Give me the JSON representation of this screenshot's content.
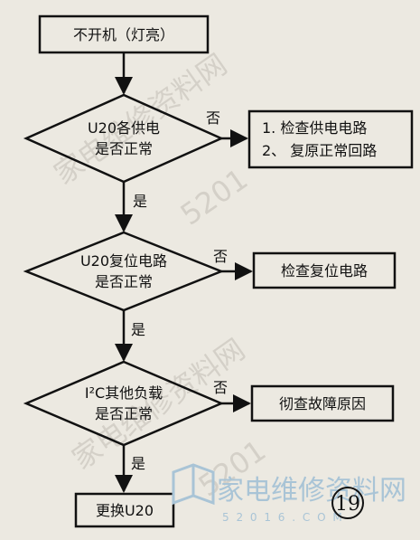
{
  "flowchart": {
    "start": "不开机（灯亮）",
    "decisions": [
      {
        "line1": "U20各供电",
        "line2": "是否正常"
      },
      {
        "line1": "U20复位电路",
        "line2": "是否正常"
      },
      {
        "line1": "I²C其他负载",
        "line2": "是否正常"
      }
    ],
    "actions": [
      {
        "line1": "1. 检查供电电路",
        "line2": "2、 复原正常回路"
      },
      {
        "line1": "检查复位电路"
      },
      {
        "line1": "彻查故障原因"
      }
    ],
    "end": "更换U20",
    "yes_label": "是",
    "no_label": "否"
  },
  "watermark": {
    "site_name": "家电维修资料网",
    "domain": "5201"
  },
  "logo": {
    "name": "家电维修资料网",
    "url": "5 2 0 1 6 . C O M"
  },
  "figure_number": "19"
}
